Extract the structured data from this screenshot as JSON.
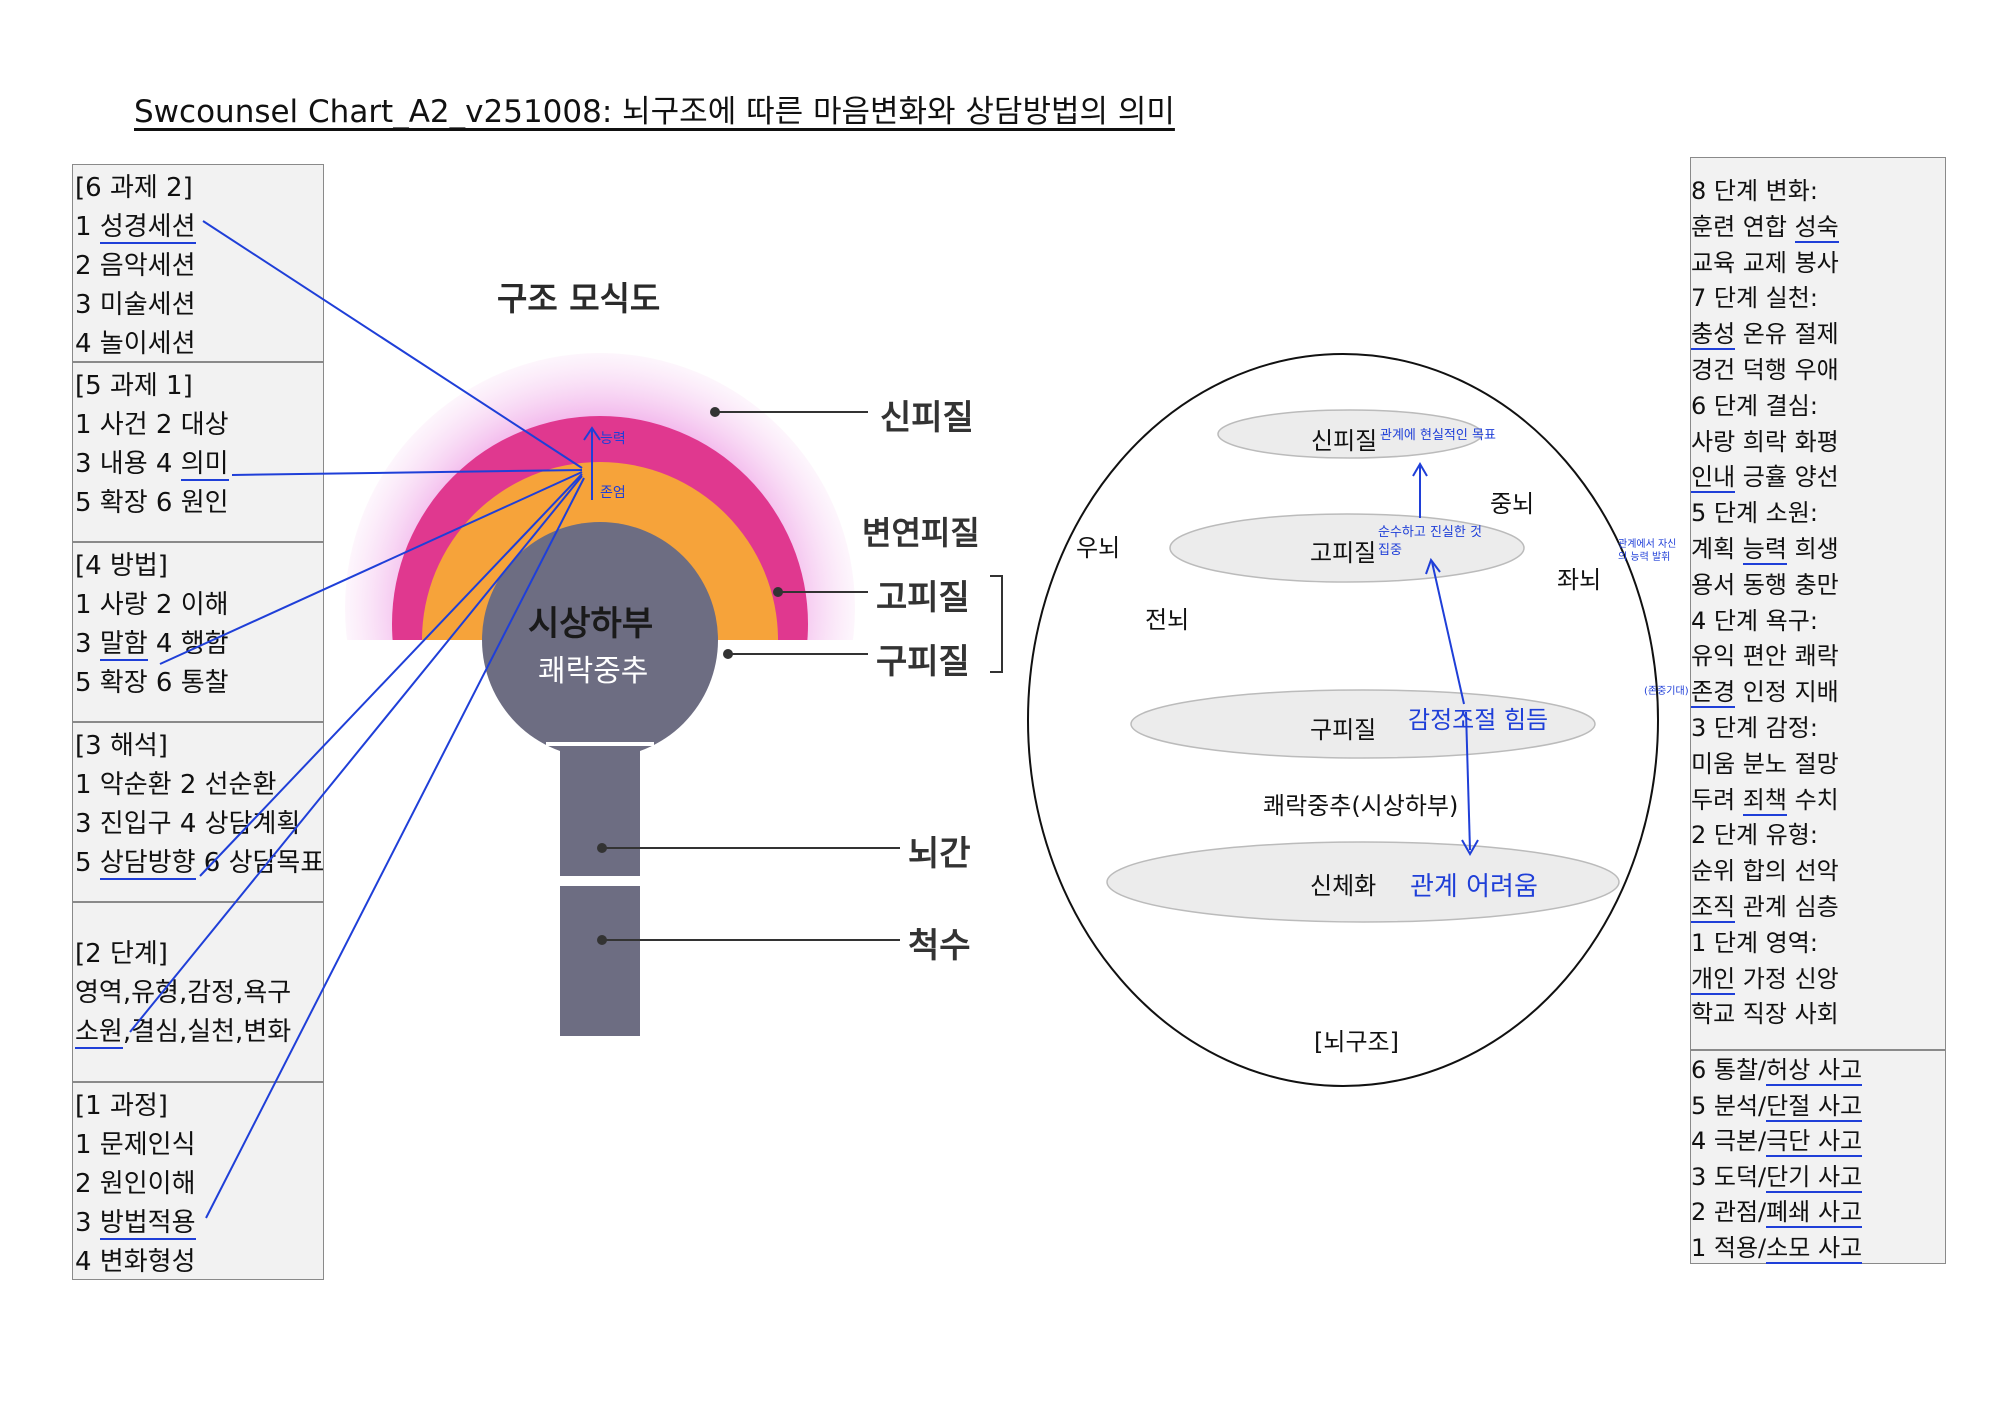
{
  "title": "Swcounsel Chart_A2_v251008: 뇌구조에 따른 마음변화와 상담방법의 의미",
  "left_boxes": [
    {
      "header": "[6 과제 2]",
      "lines": [
        "1 성경세션",
        "2 음악세션",
        "3 미술세션",
        "4 놀이세션"
      ]
    },
    {
      "header": "[5 과제 1]",
      "lines": [
        "1 사건 2 대상",
        "3 내용 4 의미",
        "5 확장 6 원인"
      ]
    },
    {
      "header": "[4 방법]",
      "lines": [
        "1 사랑 2 이해",
        "3 말함 4 행함",
        "5 확장 6 통찰"
      ]
    },
    {
      "header": "[3 해석]",
      "lines": [
        "1 악순환 2 선순환",
        "3 진입구 4 상담계획",
        "5 상담방향 6 상담목표"
      ]
    },
    {
      "header": "[2 단계]",
      "lines": [
        "영역,유형,감정,욕구",
        "소원,결심,실천,변화"
      ]
    },
    {
      "header": "[1 과정]",
      "lines": [
        "1 문제인식",
        "2 원인이해",
        "3 방법적용",
        "4 변화형성"
      ]
    }
  ],
  "left_underlines": [
    "성경세션",
    "의미",
    "말함",
    "상담방향",
    "소원",
    "방법적용"
  ],
  "schematic": {
    "title": "구조 모식도",
    "labels": [
      "신피질",
      "변연피질",
      "고피질",
      "구피질",
      "뇌간",
      "척수"
    ],
    "center_big": "시상하부",
    "center_small": "쾌락중추",
    "hand_up": "능력",
    "hand_down": "존엄"
  },
  "brain": {
    "layers": [
      "신피질",
      "고피질",
      "구피질",
      "신체화"
    ],
    "side_labels": [
      "우뇌",
      "중뇌",
      "좌뇌",
      "전뇌"
    ],
    "middle_label": "쾌락중추(시상하부)",
    "caption": "[뇌구조]",
    "hand_notes": [
      "관계에 현실적인 목표",
      "순수하고 진실한 것 집중",
      "감정조절 힘듬",
      "관계 어려움"
    ]
  },
  "right_stages": [
    {
      "header": "8 단계 변화:",
      "rows": [
        "훈련  연합  성숙",
        "교육  교제  봉사"
      ]
    },
    {
      "header": "7 단계 실천:",
      "rows": [
        "충성  온유  절제",
        "경건  덕행  우애"
      ]
    },
    {
      "header": "6 단계 결심:",
      "rows": [
        "사랑  희락  화평",
        "인내  긍휼  양선"
      ]
    },
    {
      "header": "5 단계 소원:",
      "rows": [
        "계획  능력  희생",
        "용서  동행  충만"
      ]
    },
    {
      "header": "4 단계 욕구:",
      "rows": [
        "유익  편안  쾌락",
        "존경  인정  지배"
      ]
    },
    {
      "header": "3 단계 감정:",
      "rows": [
        "미움  분노  절망",
        "두려  죄책  수치"
      ]
    },
    {
      "header": "2 단계 유형:",
      "rows": [
        "순위  합의  선악",
        "조직  관계  심층"
      ]
    },
    {
      "header": "1 단계 영역:",
      "rows": [
        "개인  가정  신앙",
        "학교  직장  사회"
      ]
    }
  ],
  "right_hand_notes": [
    "관계에서 자신의 능력 발휘",
    "(존중기대)"
  ],
  "thinking": [
    "6 통찰/허상 사고",
    "5 분석/단절 사고",
    "4 극본/극단 사고",
    "3 도덕/단기 사고",
    "2 관점/폐쇄 사고",
    "1 적용/소모 사고"
  ],
  "thinking_underlines": [
    "허상 사고",
    "단절 사고",
    "극단 사고",
    "단기 사고",
    "폐쇄 사고",
    "소모 사고"
  ],
  "colors": {
    "annotation": "#1f3fd8",
    "outer_glow": "#f0a8e8",
    "magenta_ring": "#e0388f",
    "orange_ring": "#f6a33a",
    "stem_gray": "#6d6d82",
    "box_fill": "#f2f2f2"
  }
}
